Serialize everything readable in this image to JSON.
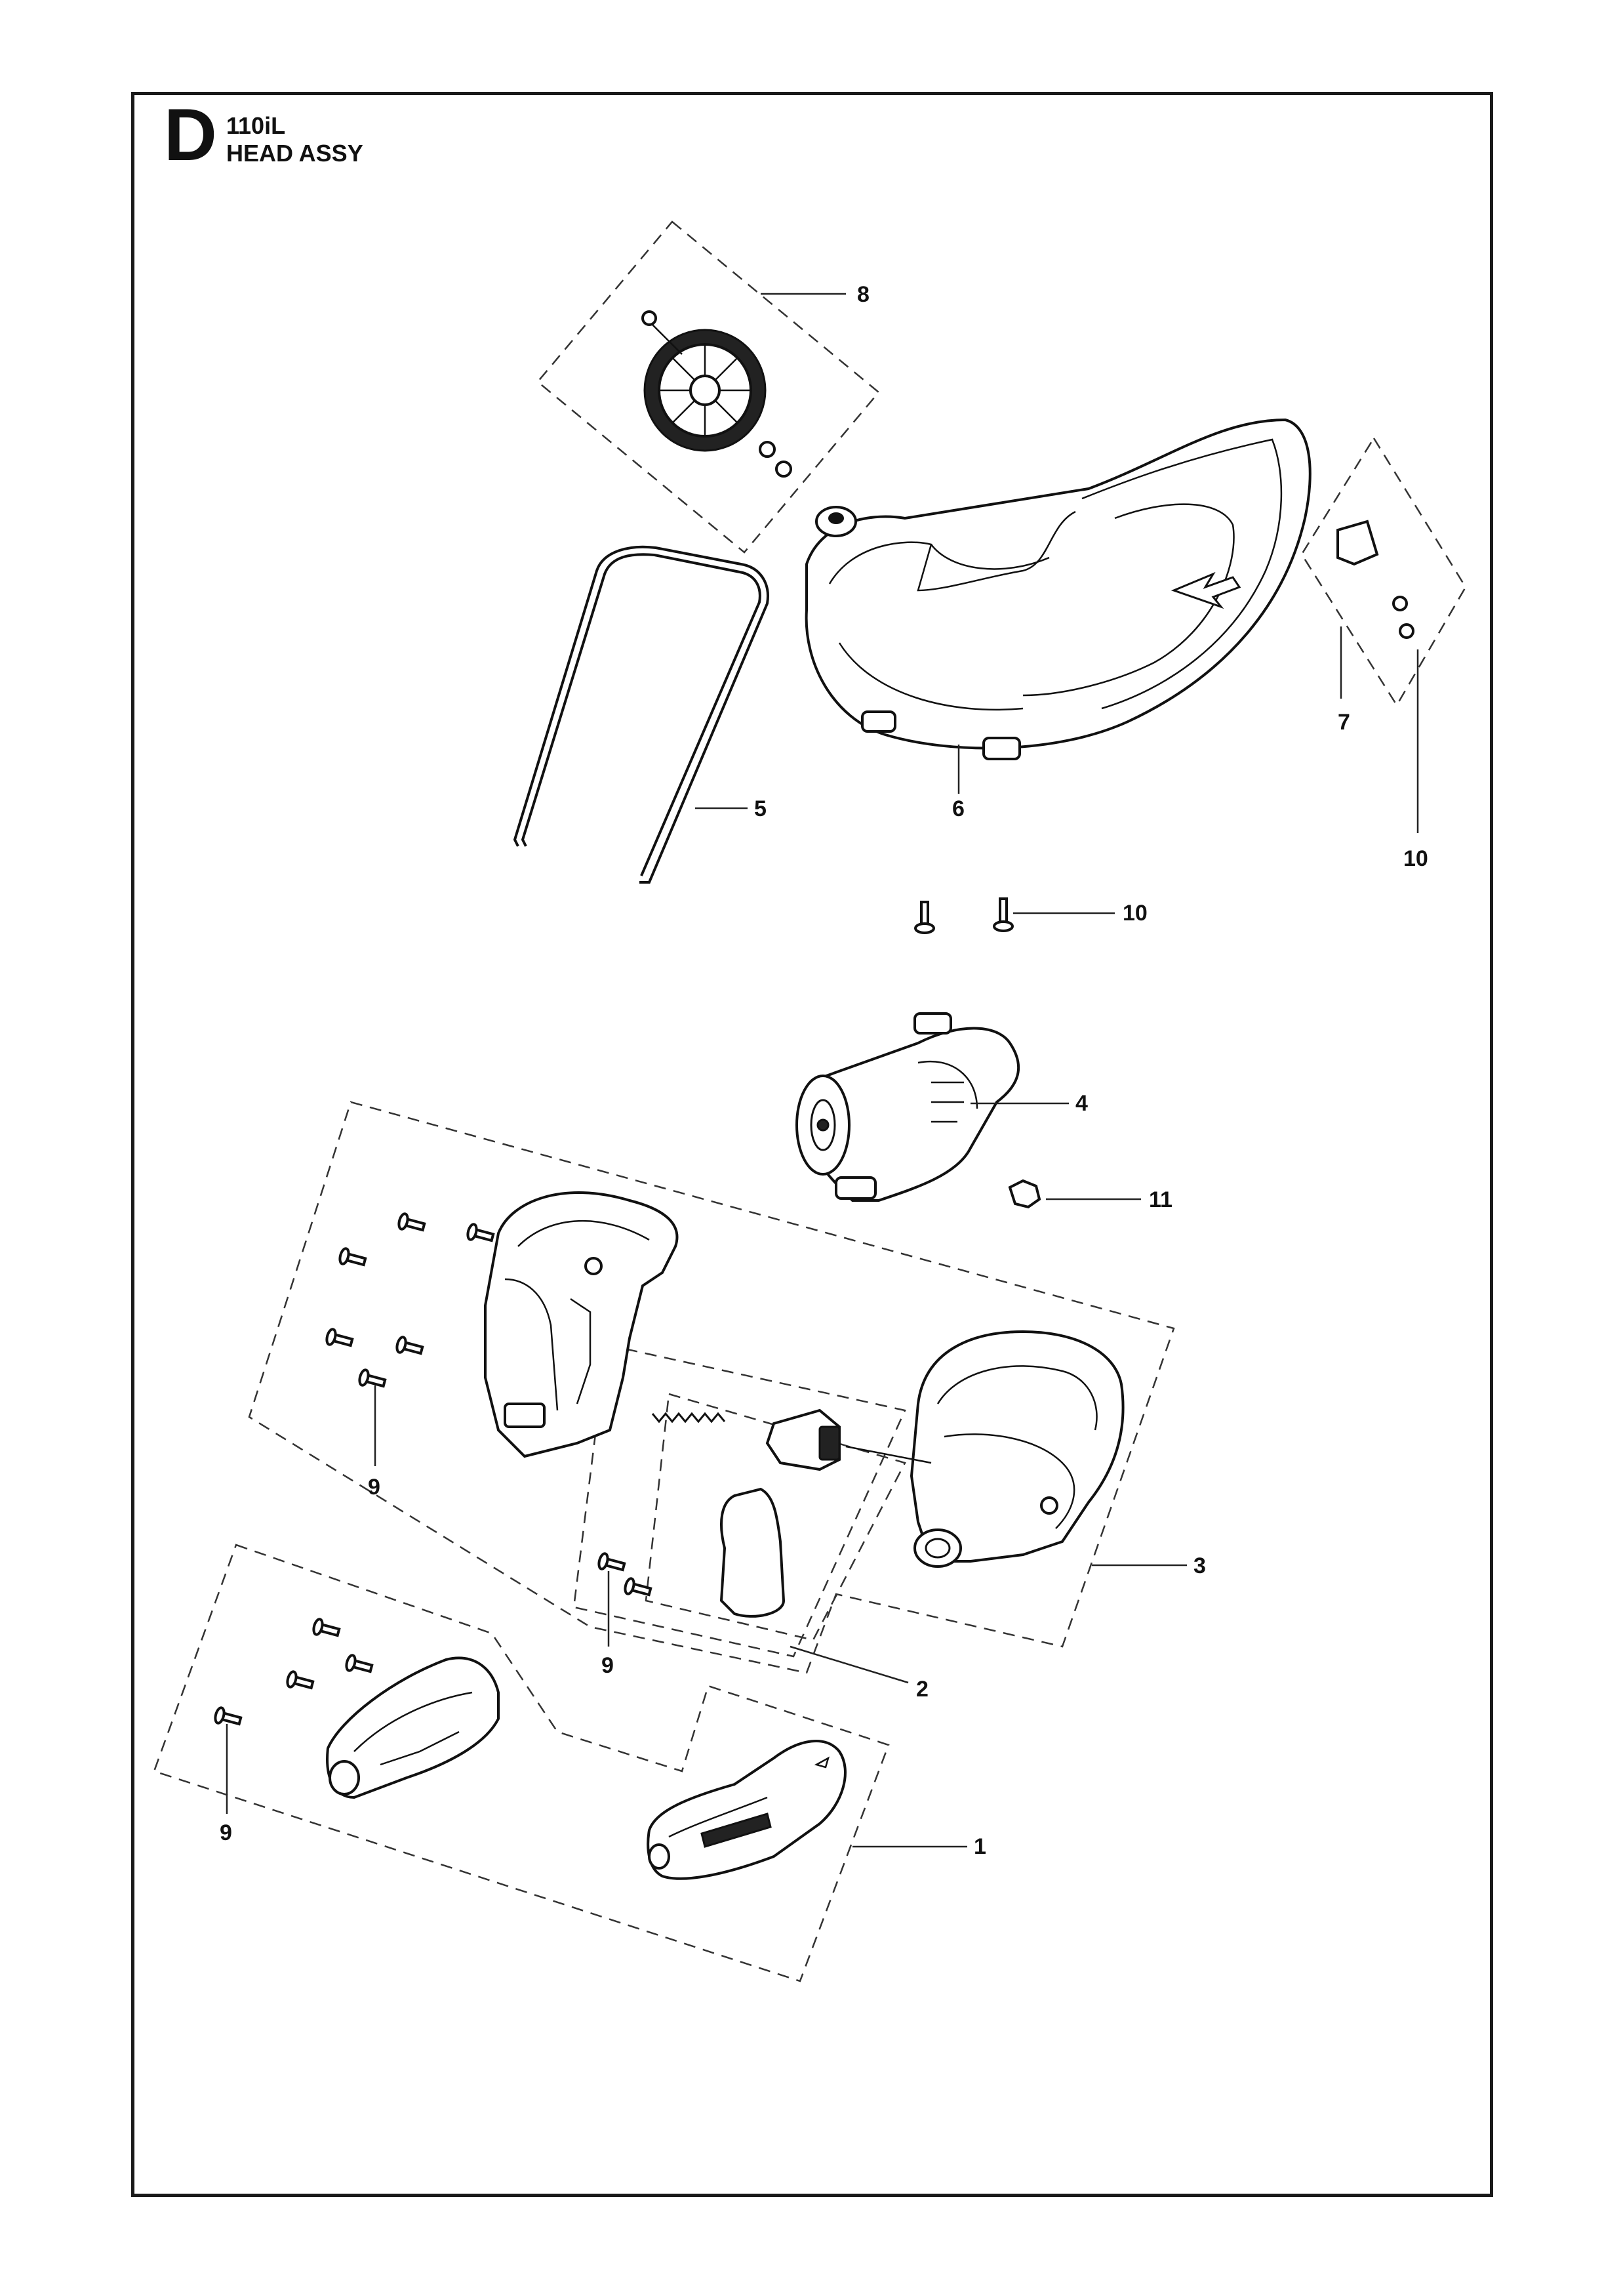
{
  "header": {
    "section_letter": "D",
    "model": "110iL",
    "title": "HEAD ASSY"
  },
  "callouts": [
    {
      "id": "c1",
      "label": "1"
    },
    {
      "id": "c2",
      "label": "2"
    },
    {
      "id": "c3",
      "label": "3"
    },
    {
      "id": "c4",
      "label": "4"
    },
    {
      "id": "c5",
      "label": "5"
    },
    {
      "id": "c6",
      "label": "6"
    },
    {
      "id": "c7",
      "label": "7"
    },
    {
      "id": "c8",
      "label": "8"
    },
    {
      "id": "c9a",
      "label": "9"
    },
    {
      "id": "c9b",
      "label": "9"
    },
    {
      "id": "c9c",
      "label": "9"
    },
    {
      "id": "c10a",
      "label": "10"
    },
    {
      "id": "c10b",
      "label": "10"
    },
    {
      "id": "c11",
      "label": "11"
    }
  ]
}
